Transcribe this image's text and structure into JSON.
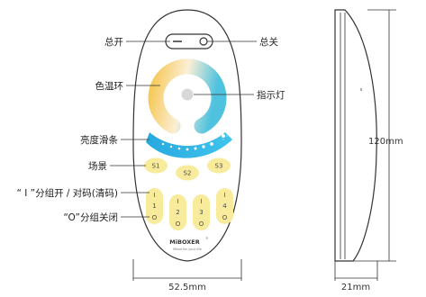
{
  "colors": {
    "warm_yellow": "#f6cf68",
    "cool_blue": "#52c3e0",
    "button_yellow": "#f8ec9c",
    "slider_blue": "#2fb1e3",
    "outline": "#333333"
  },
  "labels": {
    "master_on": "总开",
    "master_off": "总关",
    "color_temp_ring": "色温环",
    "indicator": "指示灯",
    "brightness_slider": "亮度滑条",
    "scene": "场景",
    "group_on": "“ I ”分组开 / 对码(清码)",
    "group_off": "“O”分组关闭"
  },
  "buttons": {
    "scenes": [
      "S1",
      "S2",
      "S3"
    ],
    "group_numbers": [
      "1",
      "2",
      "3",
      "4"
    ],
    "on_symbol": "I",
    "off_symbol": "O"
  },
  "brand": {
    "name": "MiBOXER",
    "registered": "®",
    "tagline": "Mood for your life"
  },
  "dimensions": {
    "front_width": "52.5mm",
    "side_width": "21mm",
    "height": "120mm"
  }
}
